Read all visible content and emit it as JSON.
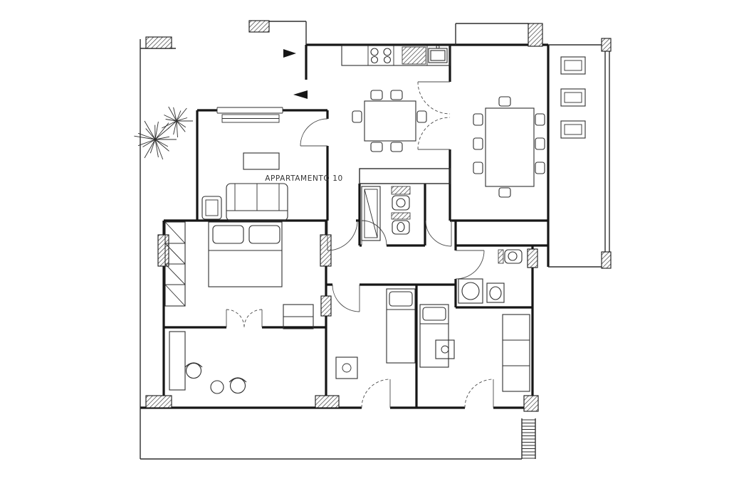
{
  "plan": {
    "label": "APPARTAMENTO 10"
  },
  "colors": {
    "background": "#ffffff",
    "line": "#2e2e2e",
    "wall": "#161616",
    "hatch": "#3c3c3c",
    "arc": "#4a4a4a"
  },
  "icons": {
    "plant-icon": "radial starburst lines",
    "column-icon": "diagonal-hatched pier rectangle",
    "door-swing-icon": "quarter-circle arc with leaf line",
    "double-door-swing-icon": "two dashed quarter-circle arcs",
    "window-icon": "double parallel lines in wall",
    "stove-icon": "four burner circles on counter",
    "sink-icon": "basin rectangle with inner bowl",
    "drainer-icon": "hatched draining board",
    "dining-table-icon": "rectangle with six chairs",
    "large-table-icon": "rectangle with eight chairs",
    "chair-icon": "small rounded rectangle",
    "sofa-icon": "rectangle with cushions and armrests",
    "coffee-table-icon": "small rectangle",
    "armchair-icon": "nested rectangles",
    "radiator-icon": "thin rectangle with midline",
    "double-bed-icon": "rectangle with two pillows",
    "single-bed-icon": "rectangle with one pillow",
    "wardrobe-icon": "tall rectangle with divisions",
    "dresser-icon": "small rectangle with midline",
    "desk-icon": "narrow rectangle",
    "office-chair-icon": "circle with curved backrest",
    "round-table-icon": "small circle",
    "shower-icon": "tall rectangle with diagonal",
    "toilet-icon": "rounded rectangle with bowl circle",
    "bidet-icon": "rounded rectangle with oval",
    "washing-machine-icon": "square with drum circle",
    "washbasin-icon": "rectangle with oval bowl",
    "planter-icon": "nested squares on terrace",
    "stairs-icon": "ladder rungs",
    "entry-arrow-icon": "solid triangle"
  }
}
